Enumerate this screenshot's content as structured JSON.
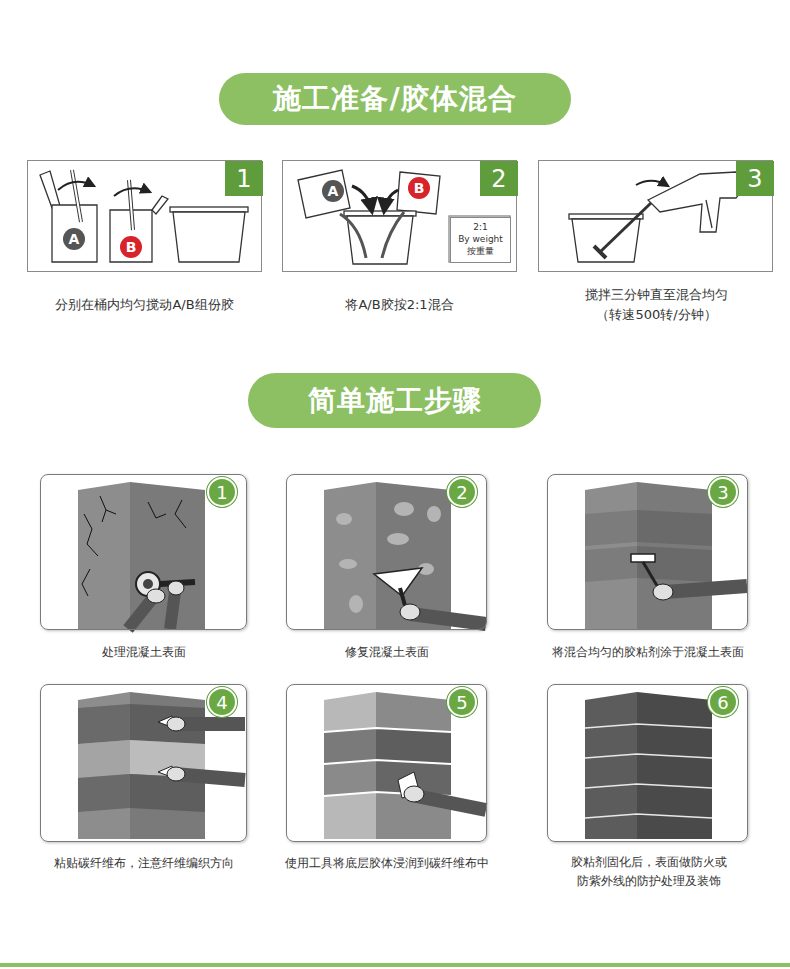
{
  "diagram": {
    "nodes": [
      {
        "text": [
          "施工准备/胶体混合"
        ]
      },
      {
        "text": [
          "分别在桶内均匀搅动A/B组份胶"
        ]
      },
      {
        "text": [
          "1"
        ],
        "in": 1
      },
      {
        "text": [
          "A"
        ],
        "in": 1
      },
      {
        "text": [
          "B"
        ],
        "in": 1
      },
      {
        "text": [
          "将A/B胶按2:1混合"
        ]
      },
      {
        "text": [
          "2"
        ],
        "in": 5
      },
      {
        "text": [
          "A"
        ],
        "in": 5
      },
      {
        "text": [
          "B"
        ],
        "in": 5
      },
      {
        "text": [
          "2:1",
          "By weight",
          "按重量"
        ],
        "in": 5
      },
      {
        "text": [
          "搅拌三分钟直至混合均匀 （转速500转/分钟）"
        ]
      },
      {
        "text": [
          "3"
        ],
        "in": 10
      },
      {
        "text": [
          "简单施工步骤"
        ]
      },
      {
        "text": [
          "处理混凝土表面"
        ]
      },
      {
        "text": [
          "1"
        ],
        "in": 13
      },
      {
        "text": [
          "修复混凝土表面"
        ]
      },
      {
        "text": [
          "2"
        ],
        "in": 15
      },
      {
        "text": [
          "将混合均匀的胶粘剂涂于混凝土表面"
        ]
      },
      {
        "text": [
          "3"
        ],
        "in": 17
      },
      {
        "text": [
          "粘贴碳纤维布，注意纤维编织方向"
        ]
      },
      {
        "text": [
          "4"
        ],
        "in": 19
      },
      {
        "text": [
          "使用工具将底层胶体浸润到碳纤维布中"
        ]
      },
      {
        "text": [
          "5"
        ],
        "in": 21
      },
      {
        "text": [
          "胶粘剂固化后，表面做防火或 防紫外线的防护处理及装饰"
        ]
      },
      {
        "text": [
          "6"
        ],
        "in": 23
      }
    ]
  }
}
